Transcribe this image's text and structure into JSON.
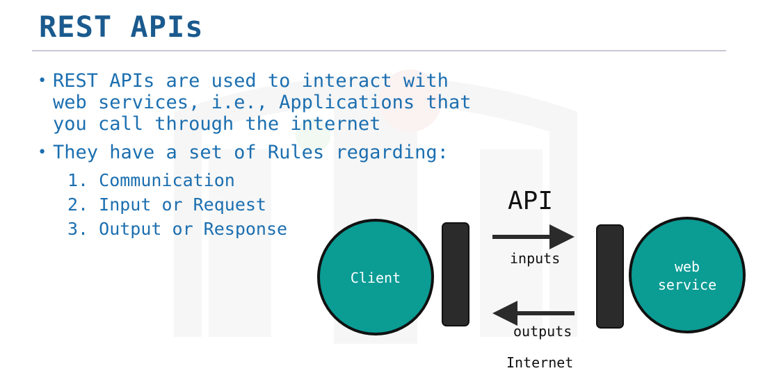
{
  "slide": {
    "title": "REST APIs",
    "bullets": [
      {
        "lines": [
          "REST APIs are used to interact with",
          "web services, i.e., Applications that",
          "you call through the internet"
        ]
      },
      {
        "lines": [
          "They have a set of Rules regarding:"
        ]
      }
    ],
    "numbered": [
      "1. Communication",
      "2. Input or Request",
      "3. Output or Response"
    ]
  },
  "diagram": {
    "api_label": "API",
    "client_label": "Client",
    "service_label_lines": [
      "web",
      "service"
    ],
    "inputs_label": "inputs",
    "outputs_label": "outputs",
    "internet_label": "Internet",
    "colors": {
      "circle_fill": "#0b9c94",
      "bar_fill": "#2b2b2b",
      "arrow": "#2b2b2b",
      "title": "#1a5a8e",
      "text": "#1c6fb0"
    }
  }
}
